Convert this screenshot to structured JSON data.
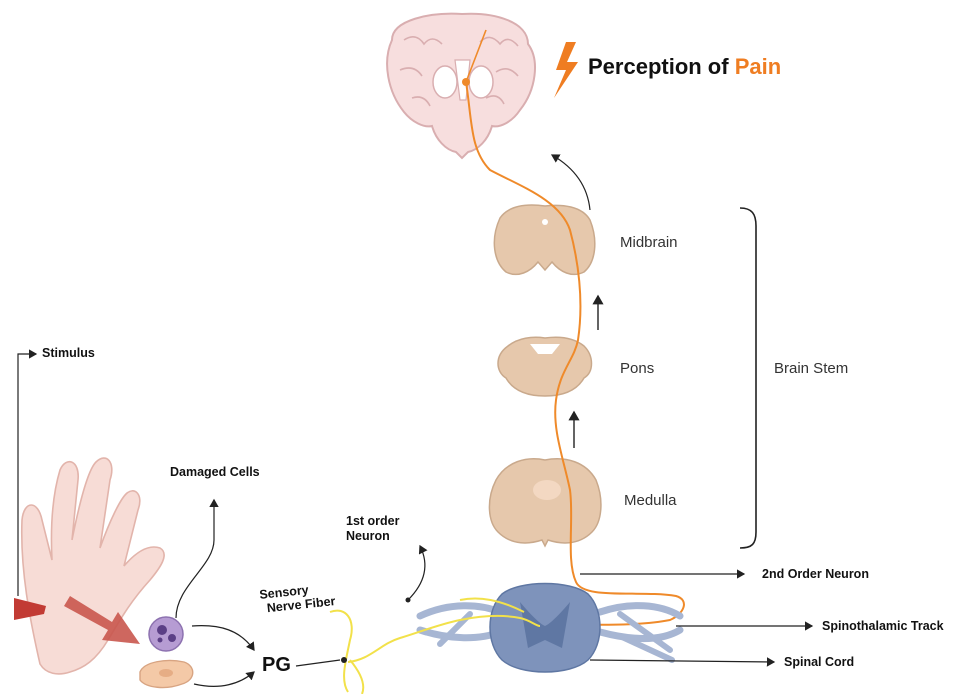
{
  "title": {
    "prefix": "Perception of ",
    "accent": "Pain",
    "accent_color": "#ef7d22",
    "icon": "lightning-bolt-icon"
  },
  "brainstem": {
    "midbrain": "Midbrain",
    "pons": "Pons",
    "medulla": "Medulla",
    "group_label": "Brain Stem"
  },
  "labels": {
    "stimulus": "Stimulus",
    "damaged_cells": "Damaged Cells",
    "first_order_neuron": [
      "1st order",
      "Neuron"
    ],
    "sensory_nerve_fiber": [
      "Sensory",
      "Nerve Fiber"
    ],
    "pg": "PG",
    "second_order_neuron": "2nd Order Neuron",
    "spinothalamic": "Spinothalamic Track",
    "spinal_cord": "Spinal Cord"
  },
  "colors": {
    "pathway": "#ef8a2a",
    "sensory_fiber": "#f2e14a",
    "brainstem_tissue": "#e6c8ac",
    "brain": "#f6dede",
    "spinal_cord": "#7e93bb",
    "hand": "#f7dcd6",
    "stimulus_arrow": "#c9574e"
  }
}
